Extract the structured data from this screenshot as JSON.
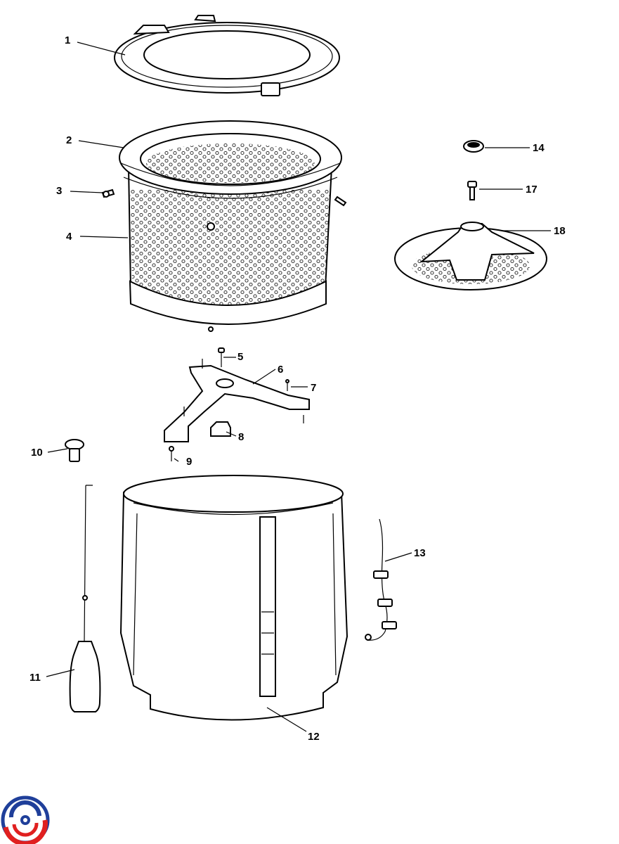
{
  "diagram": {
    "callouts": [
      "1",
      "2",
      "3",
      "4",
      "5",
      "6",
      "7",
      "8",
      "9",
      "10",
      "11",
      "12",
      "13",
      "14",
      "17",
      "18"
    ]
  },
  "colors": {
    "line": "#000000",
    "background": "#ffffff",
    "logo_blue": "#1f3f9a",
    "logo_red": "#e02020"
  },
  "logo": {
    "icon": "swirl-logo-icon"
  }
}
